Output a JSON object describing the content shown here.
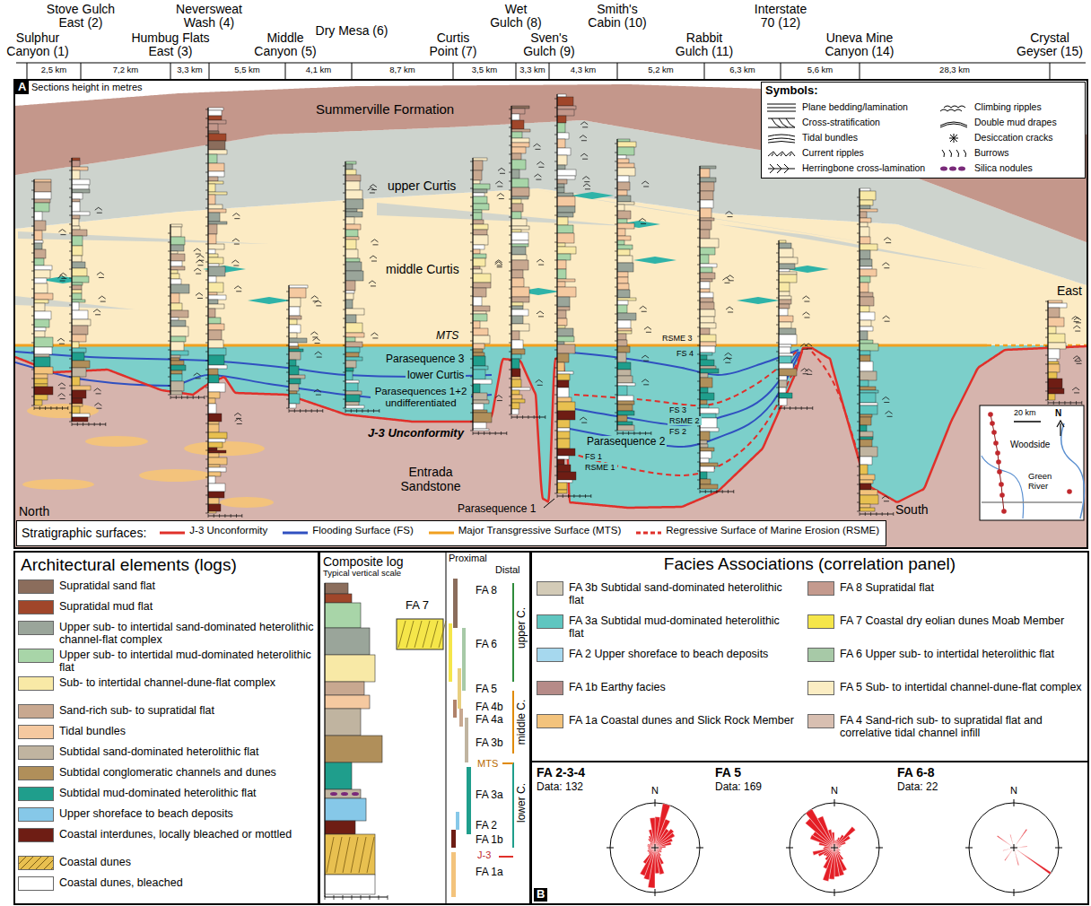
{
  "diagram": {
    "nodes": [
      {
        "text": [
          "A",
          "Sections height in metres"
        ]
      },
      {
        "text": [
          "Symbols:"
        ],
        "in": 0
      },
      {
        "text": [
          "Stratigraphic surfaces:"
        ],
        "in": 0
      },
      {
        "text": [
          "Architectural elements (logs)"
        ]
      },
      {
        "text": [
          "Composite log",
          "Typical vertical scale"
        ]
      },
      {
        "text": [
          "Facies Associations (correlation panel)"
        ]
      },
      {
        "text": [
          "B"
        ]
      },
      {
        "text": [
          "FA 2-3-4",
          "Data: 132"
        ],
        "in": 6
      },
      {
        "text": [
          "FA 5",
          "Data: 169"
        ],
        "in": 6
      },
      {
        "text": [
          "FA 6-8",
          "Data: 22"
        ],
        "in": 6
      }
    ],
    "labels": [
      "Sulphur Canyon (1)",
      "Stove Gulch East (2)",
      "Humbug Flats East (3)",
      "Neversweat Wash (4)",
      "Middle Canyon (5)",
      "Dry Mesa (6)",
      "Curtis Point (7)",
      "Wet Gulch (8)",
      "Sven's Gulch (9)",
      "Smith's Cabin (10)",
      "Rabbit Gulch (11)",
      "Interstate 70 (12)",
      "Uneva Mine Canyon (14)",
      "Crystal Geyser (15)",
      "2,5 km",
      "7,2 km",
      "3,3 km",
      "5,5 km",
      "4,1 km",
      "8,7 km",
      "3,5 km",
      "3,3 km",
      "4,3 km",
      "5,2 km",
      "6,3 km",
      "5,6 km",
      "28,3 km",
      "Summerville Formation",
      "upper Curtis",
      "middle Curtis",
      "MTS",
      "Parasequence 3",
      "lower Curtis",
      "Parasequences 1+2 undifferentiated",
      "J-3 Unconformity",
      "Parasequence 2",
      "Entrada Sandstone",
      "Parasequence 1",
      "FS 1",
      "FS 2",
      "FS 3",
      "FS 4",
      "RSME 1",
      "RSME 2",
      "RSME 3",
      "North",
      "South",
      "East",
      "20 km",
      "N",
      "Woodside",
      "Green River",
      "FA 7",
      "Proximal",
      "Distal",
      "FA 8",
      "FA 6",
      "FA 5",
      "FA 4b",
      "FA 4a",
      "FA 3b",
      "FA 3a",
      "FA 2",
      "FA 1b",
      "FA 1a",
      "upper C.",
      "middle C.",
      "lower C.",
      "MTS",
      "J-3",
      "N",
      "N",
      "N"
    ],
    "legend": [
      {
        "text": "Plane bedding/lamination"
      },
      {
        "text": "Cross-stratification"
      },
      {
        "text": "Tidal bundles"
      },
      {
        "text": "Current ripples"
      },
      {
        "text": "Herringbone cross-lamination"
      },
      {
        "text": "Climbing ripples"
      },
      {
        "text": "Double mud drapes"
      },
      {
        "text": "Desiccation cracks"
      },
      {
        "text": "Burrows"
      },
      {
        "text": "Silica nodules"
      },
      {
        "text": "J-3 Unconformity"
      },
      {
        "text": "Flooding Surface (FS)"
      },
      {
        "text": "Major Transgressive Surface (MTS)"
      },
      {
        "text": "Regressive Surface of Marine Erosion (RSME)"
      },
      {
        "text": "Supratidal sand flat",
        "color": "#8b6d5c"
      },
      {
        "text": "Supratidal mud flat",
        "color": "#a0462a"
      },
      {
        "text": "Upper sub- to intertidal sand-dominated heterolithic channel-flat complex",
        "color": "#9aa59a"
      },
      {
        "text": "Upper sub- to intertidal mud-dominated heterolithic flat",
        "color": "#a8d5a8"
      },
      {
        "text": "Sub- to intertidal channel-dune-flat complex",
        "color": "#f8e9a6"
      },
      {
        "text": "Sand-rich sub- to supratidal flat",
        "color": "#c8a890"
      },
      {
        "text": "Tidal bundles",
        "color": "#f5c9a0"
      },
      {
        "text": "Subtidal sand-dominated heterolithic flat",
        "color": "#c0b4a0"
      },
      {
        "text": "Subtidal conglomeratic channels and dunes",
        "color": "#b08f5a"
      },
      {
        "text": "Subtidal mud-dominated heterolithic flat",
        "color": "#1f9e8c"
      },
      {
        "text": "Upper shoreface to beach deposits",
        "color": "#86c8e8"
      },
      {
        "text": "Coastal interdunes, locally bleached or mottled",
        "color": "#6e1d14"
      },
      {
        "text": "Coastal dunes",
        "color": "#e8c050"
      },
      {
        "text": "Coastal dunes, bleached",
        "color": "#ffffff"
      },
      {
        "text": "FA 3b Subtidal sand-dominated heterolithic flat",
        "color": "#d3cbb7"
      },
      {
        "text": "FA 8 Supratidal flat",
        "color": "#c49a8e"
      },
      {
        "text": "FA 3a Subtidal mud-dominated heterolithic flat",
        "color": "#5fc6c0"
      },
      {
        "text": "FA 7 Coastal dry eolian dunes Moab Member",
        "color": "#f5e64a"
      },
      {
        "text": "FA 2 Upper shoreface to beach deposits",
        "color": "#a6d8ee"
      },
      {
        "text": "FA 6 Upper sub- to intertidal heterolithic flat",
        "color": "#a7c9a7"
      },
      {
        "text": "FA 1b Earthy facies",
        "color": "#b68b88"
      },
      {
        "text": "FA 5 Sub- to intertidal channel-dune-flat complex",
        "color": "#fbedc3"
      },
      {
        "text": "FA 1a Coastal dunes and Slick Rock Member",
        "color": "#f3c37c"
      },
      {
        "text": "FA 4 Sand-rich sub- to supratidal flat and correlative tidal channel infill",
        "color": "#d8bfb1"
      }
    ]
  }
}
